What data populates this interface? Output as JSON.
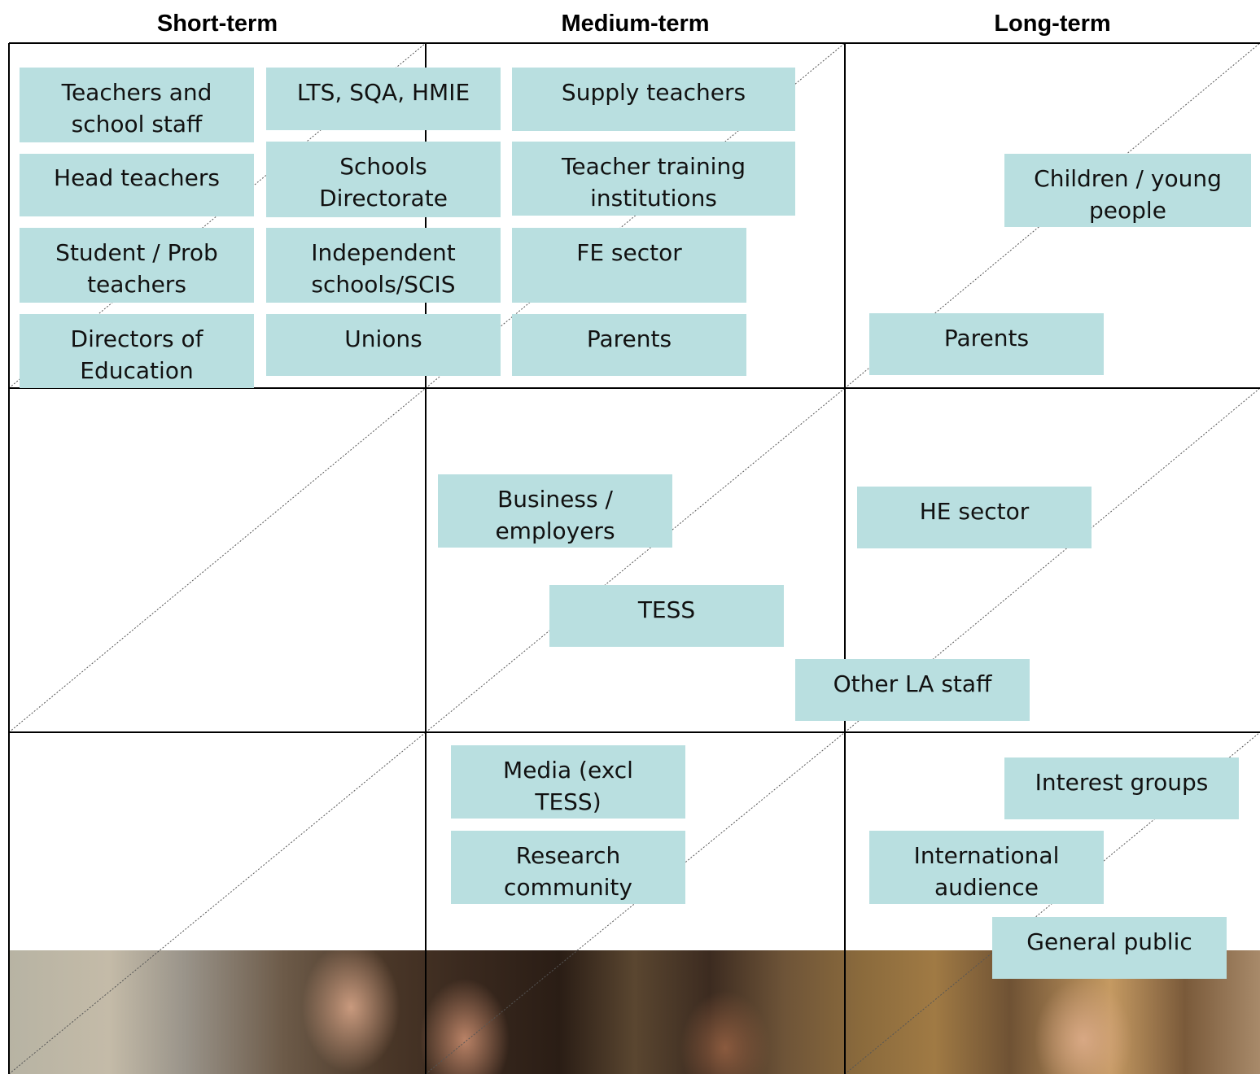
{
  "headers": {
    "short_term": "Short-term",
    "medium_term": "Medium-term",
    "long_term": "Long-term"
  },
  "stakeholders": {
    "teachers_staff": "Teachers and\nschool staff",
    "lts_sqa_hmie": "LTS, SQA, HMIE",
    "supply_teachers": "Supply teachers",
    "head_teachers": "Head teachers",
    "schools_directorate": "Schools\nDirectorate",
    "teacher_training": "Teacher training\ninstitutions",
    "children_young_people": "Children / young\npeople",
    "student_prob_teachers": "Student / Prob\nteachers",
    "independent_schools": "Independent\nschools/SCIS",
    "fe_sector": "FE sector",
    "directors_education": "Directors of\nEducation",
    "unions": "Unions",
    "parents_medium": "Parents",
    "parents_long": "Parents",
    "business_employers": "Business /\nemployers",
    "he_sector": "HE sector",
    "tess": "TESS",
    "other_la_staff": "Other LA staff",
    "media_excl_tess": "Media (excl\nTESS)",
    "interest_groups": "Interest groups",
    "research_community": "Research\ncommunity",
    "international_audience": "International\naudience",
    "general_public": "General public"
  },
  "colors": {
    "box_fill": "#b9dfe0",
    "grid_line": "#000000",
    "diagonal_line": "#555555"
  }
}
